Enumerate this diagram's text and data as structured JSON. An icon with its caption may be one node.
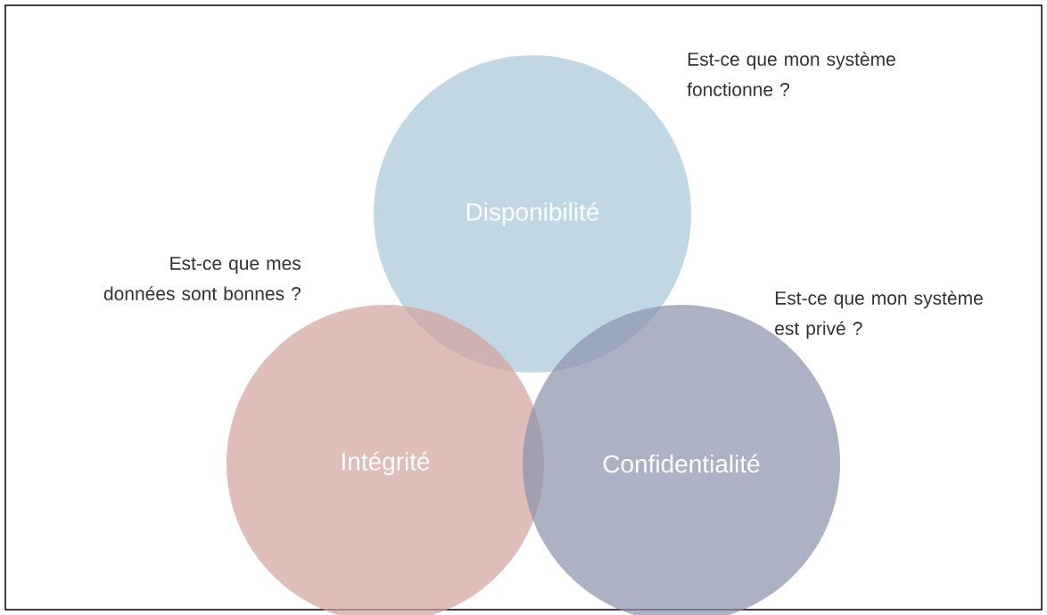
{
  "diagram": {
    "nodes": [
      {
        "text": [
          "Disponibilité"
        ],
        "beside": [
          "Est-ce que mon système fonctionne ?"
        ]
      },
      {
        "text": [
          "Intégrité"
        ],
        "beside": [
          "Est-ce que mes données sont bonnes ?"
        ]
      },
      {
        "text": [
          "Confidentialité"
        ],
        "beside": [
          "Est-ce que mon système est privé ?"
        ]
      }
    ]
  }
}
